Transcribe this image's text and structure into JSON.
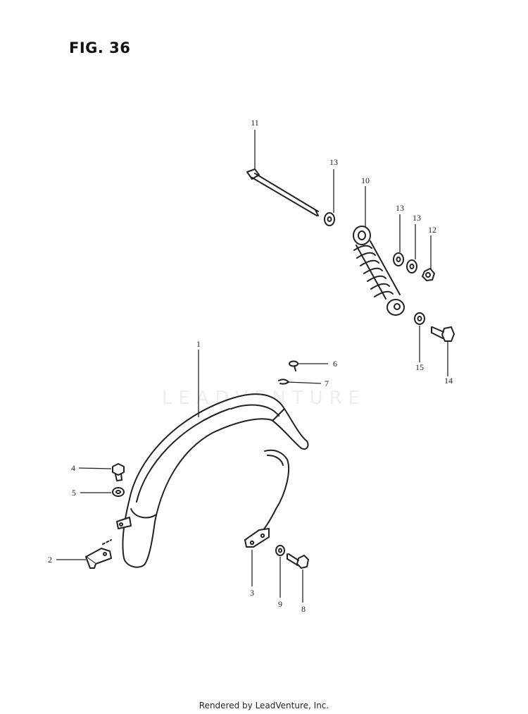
{
  "figure": {
    "title": "FIG. 36"
  },
  "watermark": {
    "text": "LEADVENTURE"
  },
  "footer": {
    "text": "Rendered by LeadVenture, Inc."
  },
  "callouts": [
    {
      "id": "c1",
      "label": "1"
    },
    {
      "id": "c2",
      "label": "2"
    },
    {
      "id": "c3",
      "label": "3"
    },
    {
      "id": "c4",
      "label": "4"
    },
    {
      "id": "c5",
      "label": "5"
    },
    {
      "id": "c6",
      "label": "6"
    },
    {
      "id": "c7",
      "label": "7"
    },
    {
      "id": "c8",
      "label": "8"
    },
    {
      "id": "c9",
      "label": "9"
    },
    {
      "id": "c10",
      "label": "10"
    },
    {
      "id": "c11",
      "label": "11"
    },
    {
      "id": "c12",
      "label": "12"
    },
    {
      "id": "c13a",
      "label": "13"
    },
    {
      "id": "c13b",
      "label": "13"
    },
    {
      "id": "c13c",
      "label": "13"
    },
    {
      "id": "c14",
      "label": "14"
    },
    {
      "id": "c15",
      "label": "15"
    }
  ]
}
